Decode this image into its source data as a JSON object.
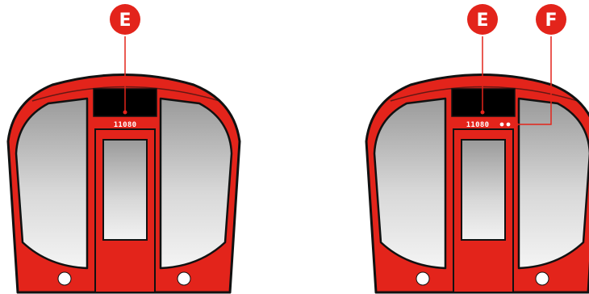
{
  "colors": {
    "train_red": "#e3241b",
    "outline": "#111111",
    "marker_red": "#e3241b",
    "destination_display": "#000000"
  },
  "left_train": {
    "unit_number": "11080",
    "markers": [
      {
        "label": "E",
        "meaning": "destination display"
      }
    ]
  },
  "right_train": {
    "unit_number": "11080",
    "markers": [
      {
        "label": "E",
        "meaning": "destination display"
      },
      {
        "label": "F",
        "meaning": "indicator lights"
      }
    ]
  }
}
